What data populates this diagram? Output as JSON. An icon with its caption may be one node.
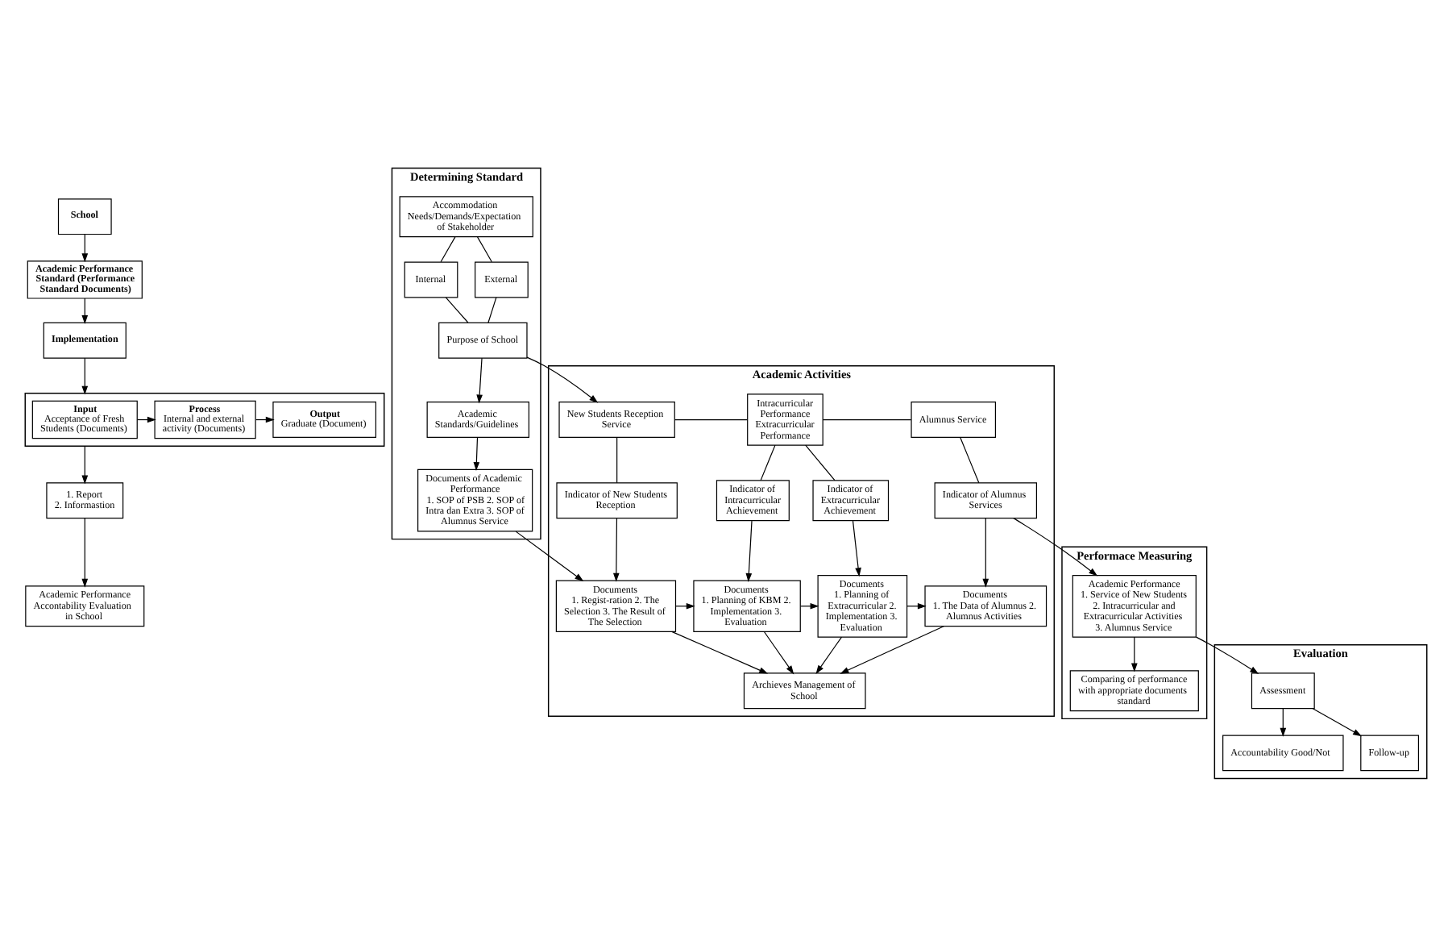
{
  "diagram": {
    "nodes": [
      {
        "text": [
          "School"
        ]
      },
      {
        "text": [
          "Academic Performance Standard (Performance Standard Documents)"
        ]
      },
      {
        "text": [
          "Implementation"
        ]
      },
      {
        "text": [],
        "shape": "box"
      },
      {
        "text": [
          "Input",
          "Acceptance of Fresh Students (Documents)"
        ],
        "in": 3
      },
      {
        "text": [
          "Process",
          "Internal and external activity (Documents)"
        ],
        "in": 3
      },
      {
        "text": [
          "Output",
          "Graduate (Document)"
        ],
        "in": 3
      },
      {
        "text": [
          "1. Report",
          "2. Informastion"
        ]
      },
      {
        "text": [
          "Academic Performance Accontability Evaluation in School"
        ]
      },
      {
        "text": [
          "Determining Standard"
        ]
      },
      {
        "text": [
          "Academic Activities"
        ]
      },
      {
        "text": [
          "Performace Measuring"
        ]
      },
      {
        "text": [
          "Evaluation"
        ]
      },
      {
        "text": [
          "Accommodation Needs/Demands/Expectation of Stakeholder"
        ],
        "in": 9
      },
      {
        "text": [
          "Internal"
        ],
        "in": 9
      },
      {
        "text": [
          "External"
        ],
        "in": 9
      },
      {
        "text": [
          "Purpose of School"
        ],
        "in": 9
      },
      {
        "text": [
          "Academic Standards/Guidelines"
        ],
        "in": 9
      },
      {
        "text": [
          "Documents of Academic Performance",
          "1. SOP of PSB 2. SOP of Intra dan Extra 3. SOP of Alumnus Service"
        ],
        "in": 9
      },
      {
        "text": [
          "New Students Reception Service"
        ],
        "in": 10
      },
      {
        "text": [
          "Intracurricular Performance Extracurricular Performance"
        ],
        "in": 10
      },
      {
        "text": [
          "Alumnus Service"
        ],
        "in": 10
      },
      {
        "text": [
          "Indicator of New Students Reception"
        ],
        "in": 10
      },
      {
        "text": [
          "Indicator of Intracurricular Achievement"
        ],
        "in": 10
      },
      {
        "text": [
          "Indicator of Extracurricular Achievement"
        ],
        "in": 10
      },
      {
        "text": [
          "Indicator of Alumnus Services"
        ],
        "in": 10
      },
      {
        "text": [
          "Documents",
          "1. Regist-ration 2. The Selection 3. The Result of The Selection"
        ],
        "in": 10
      },
      {
        "text": [
          "Documents",
          "1. Planning of KBM 2. Implementation 3. Evaluation"
        ],
        "in": 10
      },
      {
        "text": [
          "Documents",
          "1. Planning of Extracurricular 2. Implementation 3. Evaluation"
        ],
        "in": 10
      },
      {
        "text": [
          "Documents",
          "1. The Data of Alumnus 2. Alumnus Activities"
        ],
        "in": 10
      },
      {
        "text": [
          "Archieves Management of School"
        ],
        "in": 10
      },
      {
        "text": [
          "Academic Performance",
          "1. Service of New Students 2. Intracurricular and Extracurricular Activities 3. Alumnus Service"
        ],
        "in": 11
      },
      {
        "text": [
          "Comparing of performance with appropriate documents standard"
        ],
        "in": 11
      },
      {
        "text": [
          "Accountability Good/Not"
        ],
        "in": 12
      },
      {
        "text": [
          "Assessment"
        ],
        "in": 12
      },
      {
        "text": [
          "Follow-up"
        ],
        "in": 12
      }
    ],
    "edges": [
      {
        "from": 0,
        "to": 1,
        "arrow": "to"
      },
      {
        "from": 1,
        "to": 2,
        "arrow": "to"
      },
      {
        "from": 2,
        "to": 3,
        "arrow": "to"
      },
      {
        "from": 4,
        "to": 5,
        "arrow": "to"
      },
      {
        "from": 5,
        "to": 6,
        "arrow": "to"
      },
      {
        "from": 3,
        "to": 7,
        "arrow": "to"
      },
      {
        "from": 7,
        "to": 8,
        "arrow": "to"
      },
      {
        "from": 13,
        "to": 14,
        "arrow": "none"
      },
      {
        "from": 13,
        "to": 15,
        "arrow": "none"
      },
      {
        "from": 14,
        "to": 16,
        "arrow": "none"
      },
      {
        "from": 15,
        "to": 16,
        "arrow": "none"
      },
      {
        "from": 16,
        "to": 19,
        "arrow": "to"
      },
      {
        "from": 16,
        "to": 17,
        "arrow": "to"
      },
      {
        "from": 17,
        "to": 18,
        "arrow": "to"
      },
      {
        "from": 18,
        "to": 26,
        "arrow": "to"
      },
      {
        "from": 19,
        "to": 20,
        "arrow": "none"
      },
      {
        "from": 20,
        "to": 21,
        "arrow": "none"
      },
      {
        "from": 19,
        "to": 22,
        "arrow": "none"
      },
      {
        "from": 20,
        "to": 23,
        "arrow": "none"
      },
      {
        "from": 20,
        "to": 24,
        "arrow": "none"
      },
      {
        "from": 21,
        "to": 25,
        "arrow": "none"
      },
      {
        "from": 22,
        "to": 26,
        "arrow": "to"
      },
      {
        "from": 23,
        "to": 27,
        "arrow": "to"
      },
      {
        "from": 24,
        "to": 28,
        "arrow": "to"
      },
      {
        "from": 25,
        "to": 29,
        "arrow": "to"
      },
      {
        "from": 26,
        "to": 27,
        "arrow": "to"
      },
      {
        "from": 27,
        "to": 28,
        "arrow": "to"
      },
      {
        "from": 28,
        "to": 29,
        "arrow": "to"
      },
      {
        "from": 26,
        "to": 30,
        "arrow": "to"
      },
      {
        "from": 27,
        "to": 30,
        "arrow": "to"
      },
      {
        "from": 28,
        "to": 30,
        "arrow": "to"
      },
      {
        "from": 29,
        "to": 30,
        "arrow": "to"
      },
      {
        "from": 25,
        "to": 31,
        "arrow": "to"
      },
      {
        "from": 31,
        "to": 32,
        "arrow": "to"
      },
      {
        "from": 31,
        "to": 34,
        "arrow": "to"
      },
      {
        "from": 34,
        "to": 33,
        "arrow": "to"
      },
      {
        "from": 34,
        "to": 35,
        "arrow": "to"
      }
    ]
  }
}
